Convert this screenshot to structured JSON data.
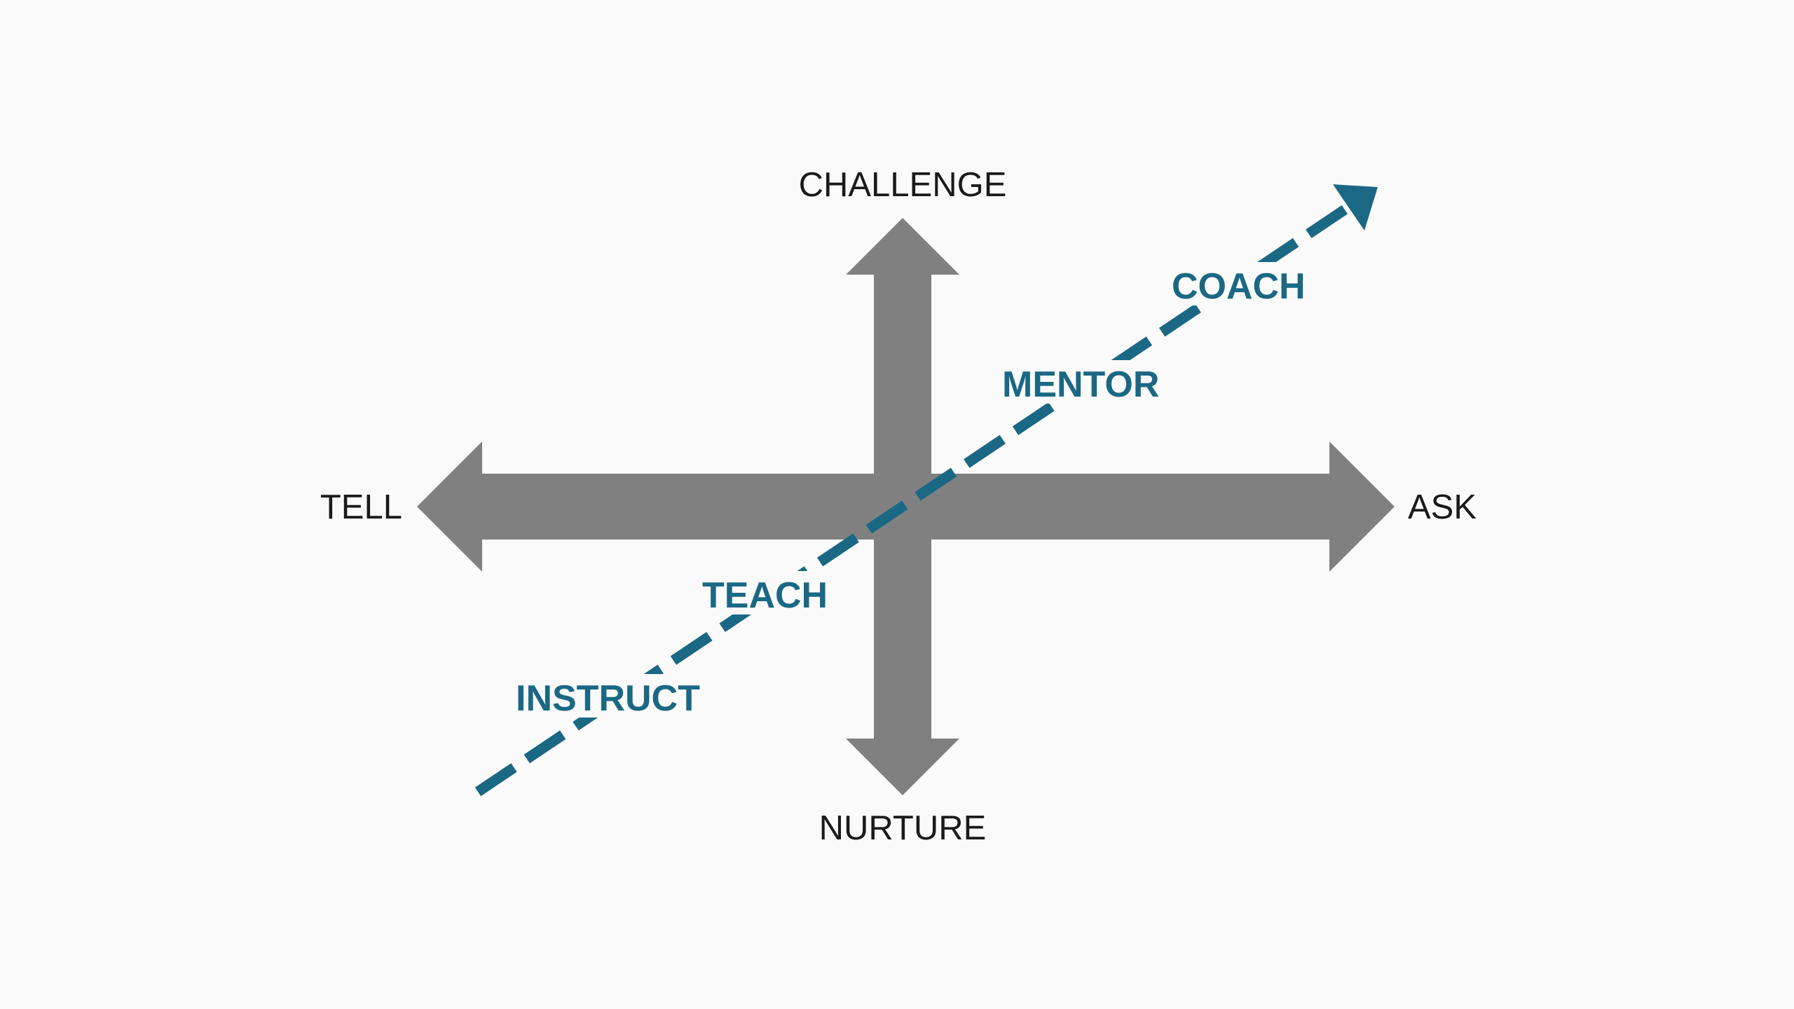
{
  "colors": {
    "background": "#fafafa",
    "axis_arrow": "#808080",
    "progression": "#1a6884",
    "axis_text": "#1a1a1a"
  },
  "axes": {
    "top": "CHALLENGE",
    "bottom": "NURTURE",
    "left": "TELL",
    "right": "ASK"
  },
  "stages": [
    "INSTRUCT",
    "TEACH",
    "MENTOR",
    "COACH"
  ]
}
